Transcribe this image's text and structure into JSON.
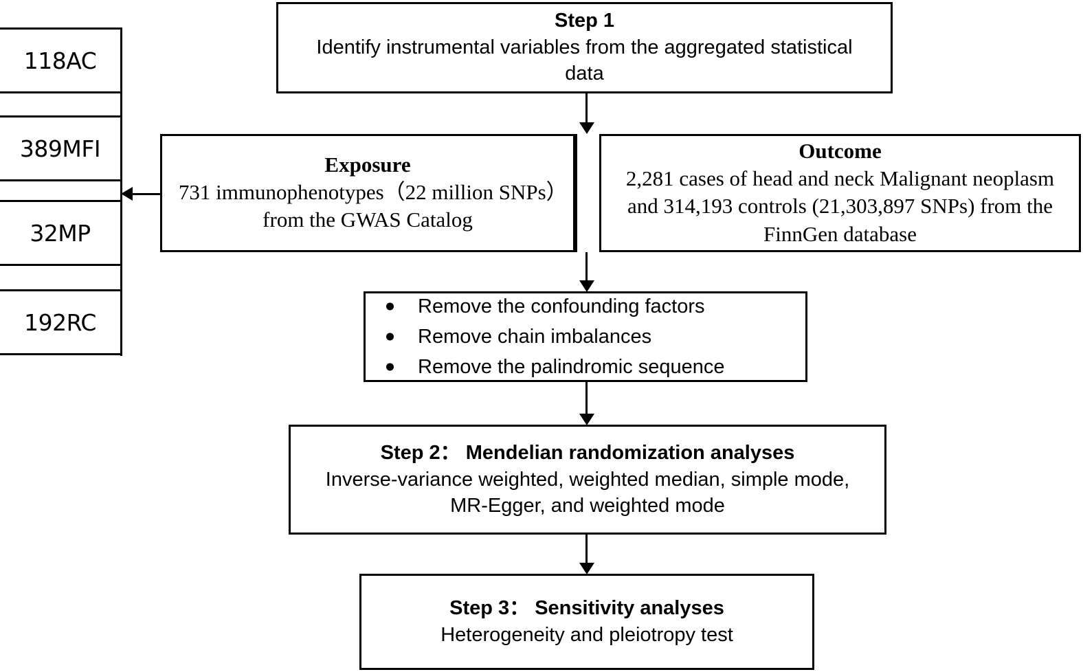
{
  "diagram": {
    "title": "Mendelian randomization study design flowchart",
    "colors": {
      "stroke": "#000000",
      "background": "#ffffff",
      "text": "#000000"
    }
  },
  "panel": {
    "items": [
      {
        "label": "118AC"
      },
      {
        "label": "389MFI"
      },
      {
        "label": "32MP"
      },
      {
        "label": "192RC"
      }
    ]
  },
  "step1": {
    "title": "Step 1",
    "body": "Identify instrumental variables from the aggregated statistical data"
  },
  "exposure": {
    "title": "Exposure",
    "body": "731 immunophenotypes（22 million SNPs）from the GWAS Catalog"
  },
  "outcome": {
    "title": "Outcome",
    "body": "2,281 cases of head and neck Malignant neoplasm and 314,193 controls (21,303,897 SNPs) from the FinnGen database"
  },
  "filters": {
    "bullets": [
      "Remove the confounding factors",
      "Remove chain imbalances",
      "Remove the palindromic sequence"
    ]
  },
  "step2": {
    "title": "Step 2：  Mendelian randomization analyses",
    "body": "Inverse-variance weighted, weighted median, simple mode, MR-Egger, and weighted mode"
  },
  "step3": {
    "title": "Step 3：  Sensitivity analyses",
    "body": "Heterogeneity and pleiotropy test"
  }
}
